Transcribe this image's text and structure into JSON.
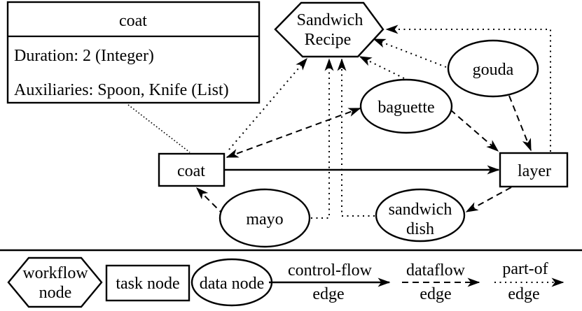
{
  "diagram": {
    "detail_box": {
      "title": "coat",
      "duration_field": "Duration: 2 (Integer)",
      "auxiliaries_field": "Auxiliaries: Spoon, Knife (List)"
    },
    "nodes": {
      "workflow": {
        "type": "workflow",
        "label_line1": "Sandwich",
        "label_line2": "Recipe"
      },
      "coat": {
        "type": "task",
        "label": "coat"
      },
      "layer": {
        "type": "task",
        "label": "layer"
      },
      "baguette": {
        "type": "data",
        "label": "baguette"
      },
      "gouda": {
        "type": "data",
        "label": "gouda"
      },
      "mayo": {
        "type": "data",
        "label": "mayo"
      },
      "sandwich_dish": {
        "type": "data",
        "label_line1": "sandwich",
        "label_line2": "dish"
      }
    },
    "edges": [
      {
        "from": "coat",
        "to": "layer",
        "type": "control-flow"
      },
      {
        "from": "coat",
        "to": "baguette",
        "type": "dataflow",
        "bidirectional": true
      },
      {
        "from": "mayo",
        "to": "coat",
        "type": "dataflow"
      },
      {
        "from": "baguette",
        "to": "layer",
        "type": "dataflow"
      },
      {
        "from": "gouda",
        "to": "layer",
        "type": "dataflow"
      },
      {
        "from": "layer",
        "to": "sandwich_dish",
        "type": "dataflow"
      },
      {
        "from": "coat",
        "to": "workflow",
        "type": "part-of"
      },
      {
        "from": "baguette",
        "to": "workflow",
        "type": "part-of"
      },
      {
        "from": "gouda",
        "to": "workflow",
        "type": "part-of"
      },
      {
        "from": "mayo",
        "to": "workflow",
        "type": "part-of"
      },
      {
        "from": "sandwich_dish",
        "to": "workflow",
        "type": "part-of"
      },
      {
        "from": "layer",
        "to": "workflow",
        "type": "part-of"
      },
      {
        "from": "detail_box",
        "to": "coat",
        "type": "annotation"
      }
    ]
  },
  "legend": {
    "workflow_node": {
      "line1": "workflow",
      "line2": "node"
    },
    "task_node_label": "task node",
    "data_node_label": "data node",
    "control_flow": {
      "line1": "control-flow",
      "line2": "edge"
    },
    "dataflow": {
      "line1": "dataflow",
      "line2": "edge"
    },
    "part_of": {
      "line1": "part-of",
      "line2": "edge"
    }
  }
}
